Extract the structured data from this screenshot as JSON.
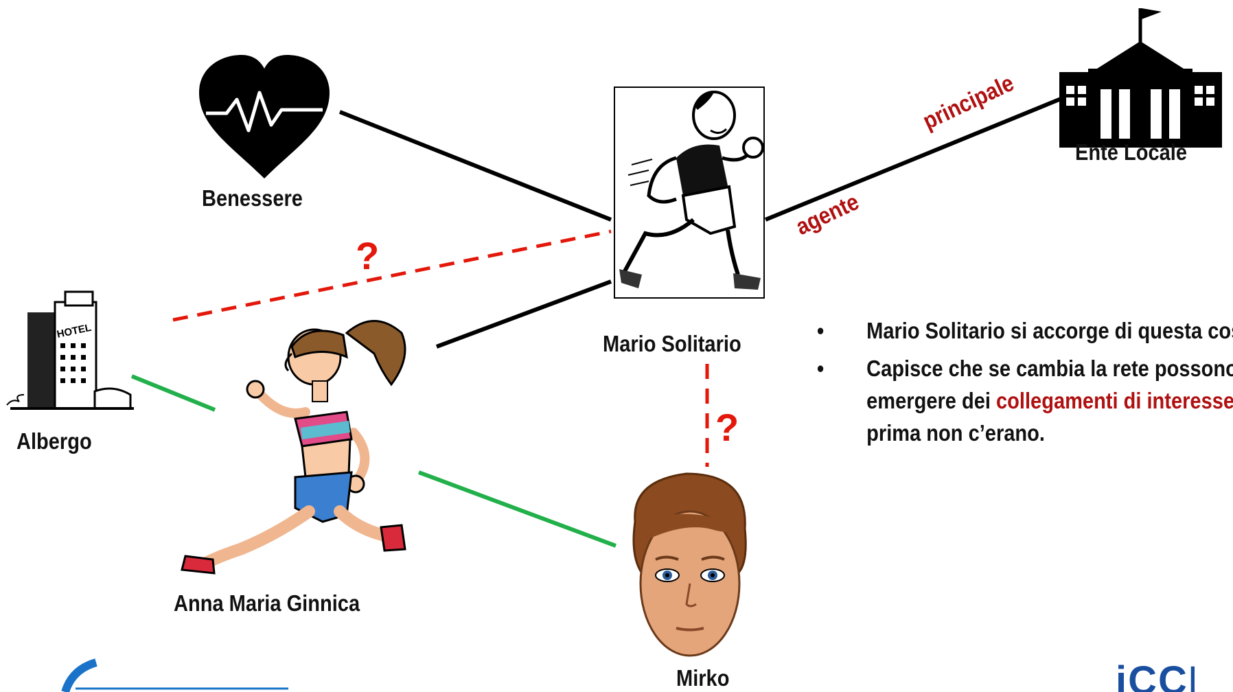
{
  "nodes": {
    "benessere": "Benessere",
    "mario": "Mario Solitario",
    "ente": "Ente Locale",
    "albergo": "Albergo",
    "anna": "Anna Maria Ginnica",
    "mirko": "Mirko"
  },
  "edge_labels": {
    "principale": "principale",
    "agente": "agente",
    "question_1": "?",
    "question_2": "?"
  },
  "icons": {
    "hotel_sign": "HOTEL",
    "right_logo": "iCCI"
  },
  "bullets": {
    "symbol": "•",
    "item1": "Mario Solitario si accorge di questa cosa.",
    "item2_before": "Capisce che se cambia la rete possono emergere dei ",
    "item2_highlight": "collegamenti di interesse",
    "item2_after": " che prima non c’erano."
  },
  "colors": {
    "solid_edge": "#000000",
    "positive_edge": "#22b04b",
    "uncertain_edge": "#e3170a",
    "accent_text": "#b01010"
  }
}
